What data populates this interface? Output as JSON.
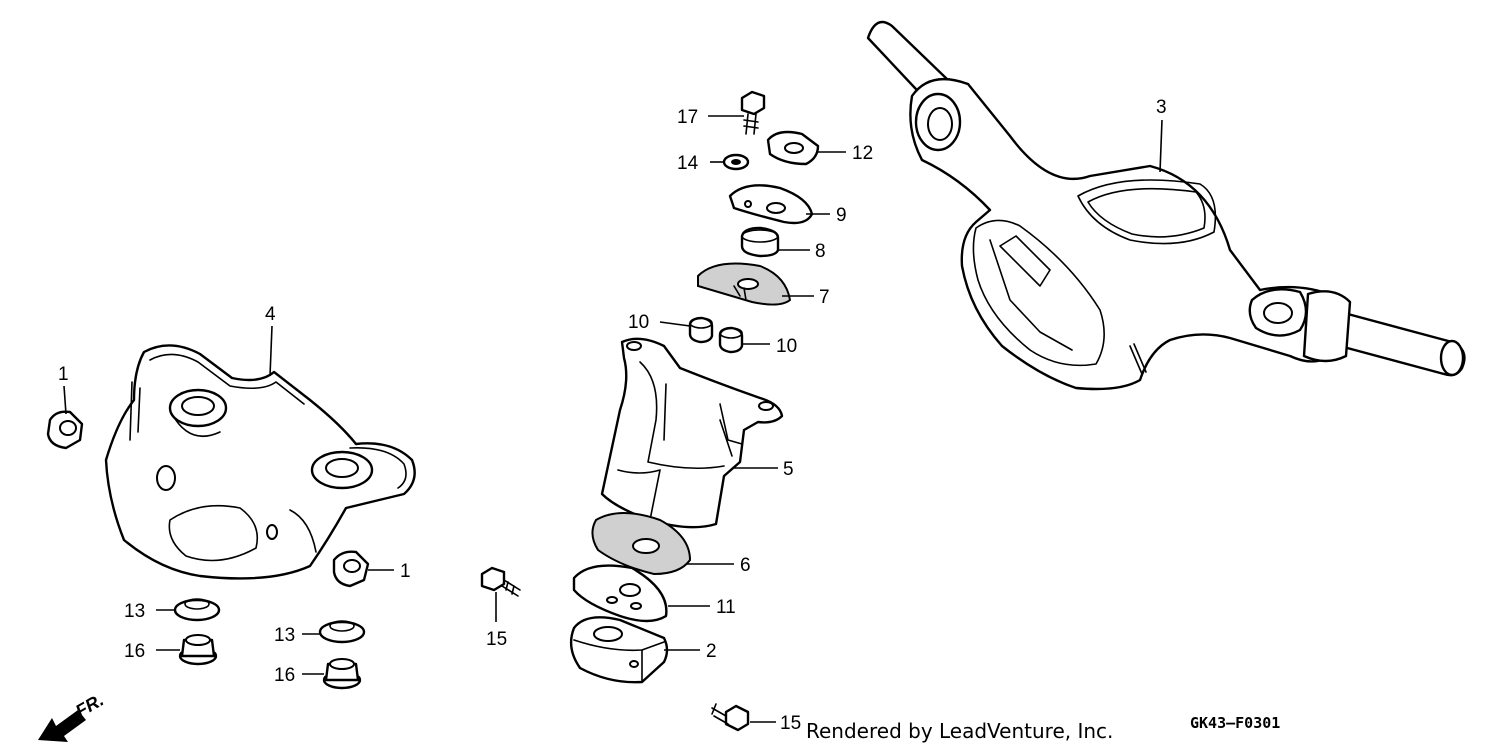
{
  "callouts": {
    "c1a": "1",
    "c1b": "1",
    "c2": "2",
    "c3": "3",
    "c4": "4",
    "c5": "5",
    "c6": "6",
    "c7": "7",
    "c8": "8",
    "c9": "9",
    "c10a": "10",
    "c10b": "10",
    "c11": "11",
    "c12": "12",
    "c13a": "13",
    "c13b": "13",
    "c14": "14",
    "c15a": "15",
    "c15b": "15",
    "c16a": "16",
    "c16b": "16",
    "c17": "17"
  },
  "footer": {
    "credit": "Rendered by LeadVenture, Inc.",
    "diagram_code": "GK43–F0301"
  },
  "orientation": {
    "front_label": "FR."
  },
  "icons": {
    "front_arrow": "front-direction-arrow-icon"
  }
}
